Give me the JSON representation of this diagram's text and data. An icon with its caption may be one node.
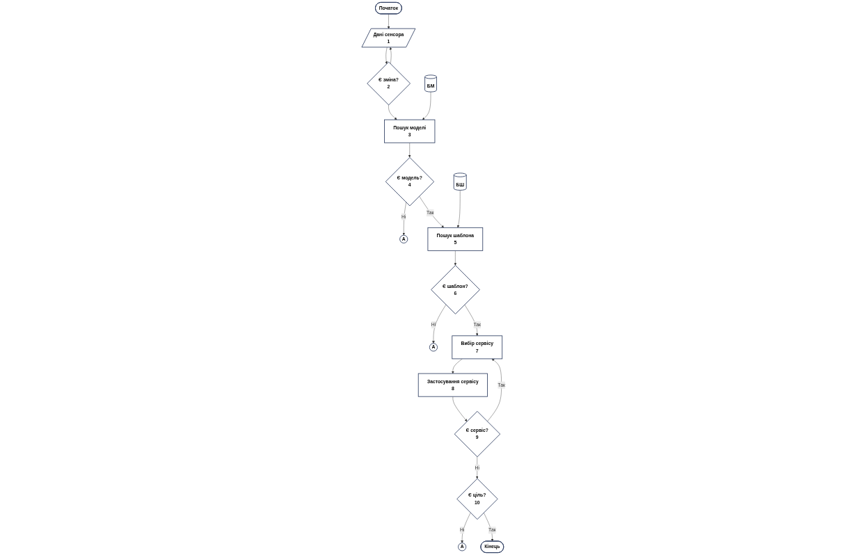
{
  "diagram": {
    "nodes": [
      {
        "text": [
          "Початок"
        ]
      },
      {
        "text": [
          "Дані сенсора",
          "1"
        ]
      },
      {
        "text": [
          "Є зміна?",
          "2"
        ]
      },
      {
        "text": [
          "БМ"
        ]
      },
      {
        "text": [
          "Пошук моделі",
          "3"
        ]
      },
      {
        "text": [
          "Є модель?",
          "4"
        ]
      },
      {
        "text": [
          "A"
        ]
      },
      {
        "text": [
          "БШ"
        ]
      },
      {
        "text": [
          "Пошук шаблона",
          "5"
        ]
      },
      {
        "text": [
          "Є шаблон?",
          "6"
        ]
      },
      {
        "text": [
          "A"
        ]
      },
      {
        "text": [
          "Вибір сервісу",
          "7"
        ]
      },
      {
        "text": [
          "Застосування сервісу",
          "8"
        ]
      },
      {
        "text": [
          "Є сервіс?",
          "9"
        ]
      },
      {
        "text": [
          "Є ціль?",
          "10"
        ]
      },
      {
        "text": [
          "A"
        ]
      },
      {
        "text": [
          "Кінець"
        ]
      }
    ],
    "edges": [
      {
        "from": 0,
        "to": 1,
        "arrow": "to"
      },
      {
        "from": 1,
        "to": 2,
        "arrow": "to"
      },
      {
        "from": 2,
        "to": 1,
        "arrow": "to"
      },
      {
        "from": 2,
        "to": 4,
        "arrow": "to"
      },
      {
        "from": 3,
        "to": 4,
        "arrow": "to"
      },
      {
        "from": 4,
        "to": 5,
        "arrow": "to"
      },
      {
        "from": 5,
        "to": 6,
        "label": "Ні",
        "arrow": "to"
      },
      {
        "from": 5,
        "to": 8,
        "label": "Так",
        "arrow": "to"
      },
      {
        "from": 7,
        "to": 8,
        "arrow": "to"
      },
      {
        "from": 8,
        "to": 9,
        "arrow": "to"
      },
      {
        "from": 9,
        "to": 10,
        "label": "Ні",
        "arrow": "to"
      },
      {
        "from": 9,
        "to": 11,
        "label": "Так",
        "arrow": "to"
      },
      {
        "from": 11,
        "to": 12,
        "arrow": "to"
      },
      {
        "from": 12,
        "to": 13,
        "arrow": "to"
      },
      {
        "from": 13,
        "to": 11,
        "label": "Так",
        "arrow": "to"
      },
      {
        "from": 13,
        "to": 14,
        "label": "Ні",
        "arrow": "to"
      },
      {
        "from": 14,
        "to": 15,
        "label": "Ні",
        "arrow": "to"
      },
      {
        "from": 14,
        "to": 16,
        "label": "Так",
        "arrow": "to"
      }
    ]
  }
}
